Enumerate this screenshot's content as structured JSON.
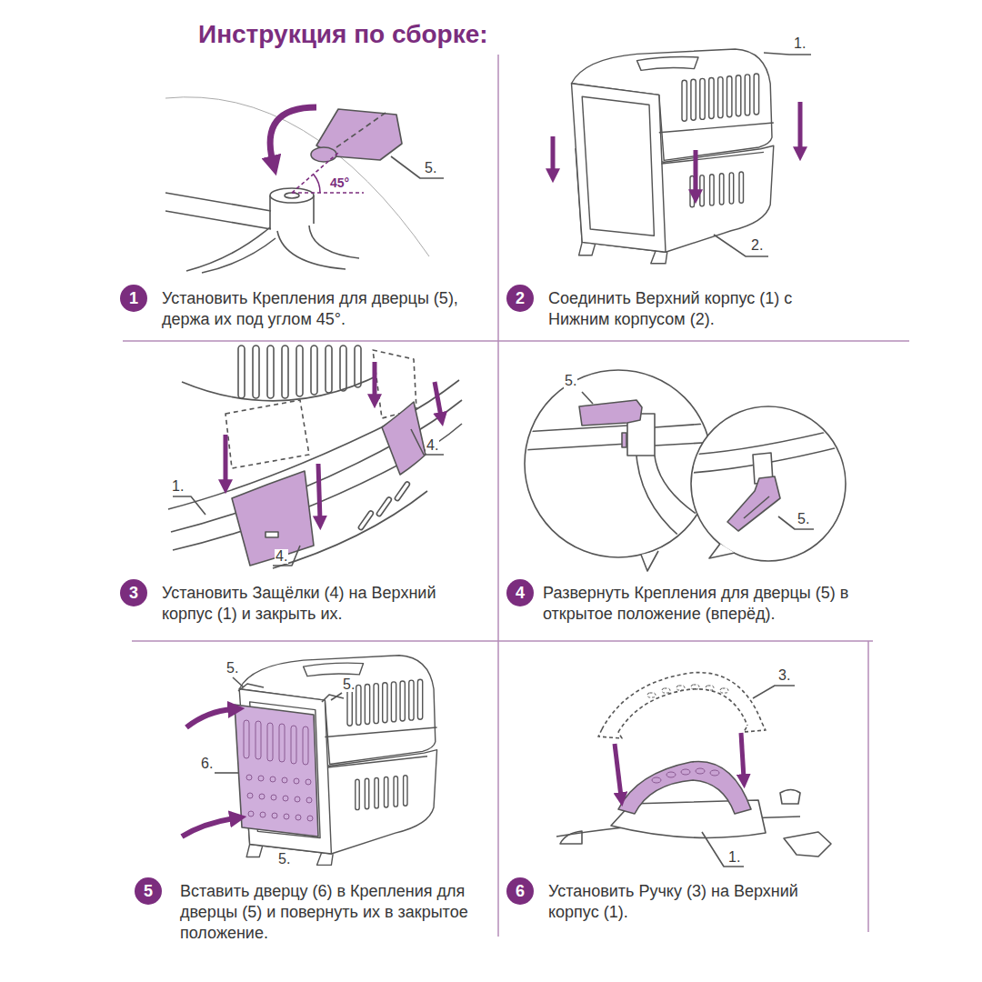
{
  "diagram": {
    "title": "Инструкция по сборке:",
    "nodes": [
      {
        "text": [
          "Установить Крепления для дверцы (5), держа их под углом 45°."
        ]
      },
      {
        "text": [
          "1"
        ],
        "in": 0
      },
      {
        "text": [
          "Соединить Верхний корпус (1) с Нижним корпусом (2)."
        ]
      },
      {
        "text": [
          "2"
        ],
        "in": 2
      },
      {
        "text": [
          "Установить Защёлки (4) на Верхний корпус (1) и закрыть их."
        ]
      },
      {
        "text": [
          "3"
        ],
        "in": 4
      },
      {
        "text": [
          "Развернуть Крепления для дверцы (5) в открытое положение (вперёд)."
        ]
      },
      {
        "text": [
          "4"
        ],
        "in": 6
      },
      {
        "text": [
          "Вставить дверцу (6) в Крепления для дверцы (5) и повернуть их в закрытое положение."
        ]
      },
      {
        "text": [
          "5"
        ],
        "in": 8
      },
      {
        "text": [
          "Установить Ручку (3) на Верхний корпус (1)."
        ]
      },
      {
        "text": [
          "6"
        ],
        "in": 10
      }
    ],
    "labels": [
      "5.",
      "45°",
      "1.",
      "2.",
      "4.",
      "1.",
      "4.",
      "5.",
      "5.",
      "5.",
      "5.",
      "6.",
      "5.",
      "3.",
      "1."
    ]
  }
}
